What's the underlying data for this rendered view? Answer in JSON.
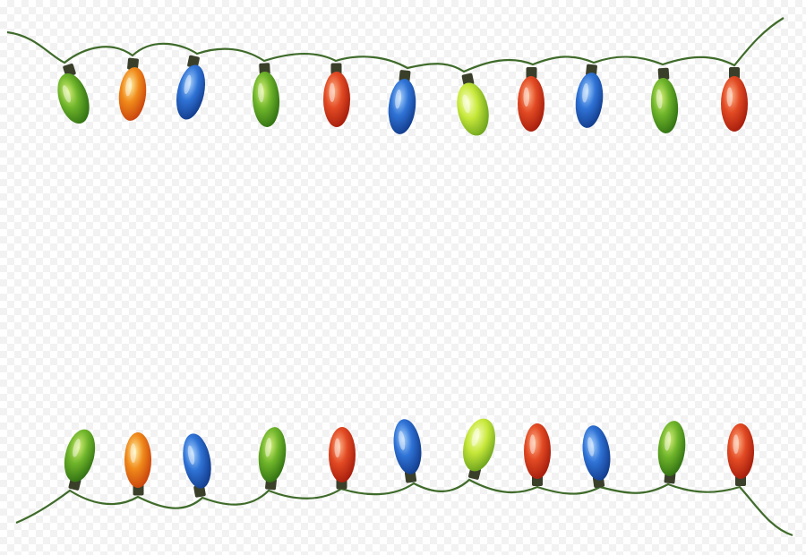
{
  "colors": {
    "wire": "#3f6b2a",
    "socket": "#3a3f2a",
    "bulb_palette": {
      "green": [
        "#d8f07a",
        "#6fb52a",
        "#2f6f12"
      ],
      "orange": [
        "#fff2a8",
        "#f08a1a",
        "#c8400d"
      ],
      "blue": [
        "#a9d3ff",
        "#2f73d6",
        "#113a8a"
      ],
      "red": [
        "#ffb38a",
        "#e24a23",
        "#a31b0b"
      ],
      "lime": [
        "#faffc4",
        "#c7e83a",
        "#6aa11c"
      ]
    }
  },
  "strings": {
    "top": {
      "bulbs": [
        "green",
        "orange",
        "blue",
        "green",
        "red",
        "blue",
        "lime",
        "red",
        "blue",
        "green",
        "red"
      ]
    },
    "bottom": {
      "bulbs": [
        "green",
        "orange",
        "blue",
        "green",
        "red",
        "blue",
        "lime",
        "red",
        "blue",
        "green",
        "red"
      ]
    }
  }
}
